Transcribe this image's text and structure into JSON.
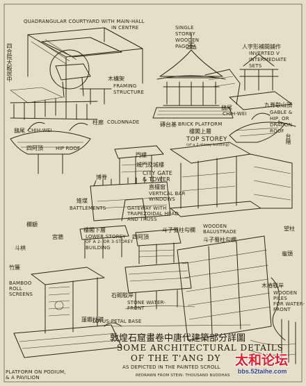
{
  "labels": {
    "courtyard_line1": "Quadrangular courtyard with main-hall",
    "courtyard_line2": "in centre",
    "pagoda_line1": "single",
    "pagoda_line2": "storey",
    "pagoda_line3": "wooden",
    "pagoda_line4": "pagoda",
    "inverted_line1": "inverted V",
    "inverted_line2": "intermediate",
    "inverted_line3": "sets",
    "inverted_cjk": "人字形補間鋪作",
    "framing_line1": "framing",
    "framing_line2": "structure",
    "framing_cjk": "木構架",
    "colonnade": "colonnade",
    "colonnade_cjk": "柱廊",
    "brick_platform": "brick platform",
    "brick_platform_cjk": "磚台基",
    "chihwei_left": "chih-wei",
    "chihwei_left_cjk": "鴟尾",
    "chihwei_right": "chih-wei",
    "chihwei_right_cjk": "鴟尾",
    "gable_line1": "gable &",
    "gable_line2": "hip, or",
    "gable_line3": "dragon",
    "gable_line4": "roof",
    "gable_cjk": "九脊歇山頂",
    "hip_roof": "hip roof",
    "hip_roof_cjk": "四阿頂",
    "top_storey_line1": "top storey",
    "top_storey_line2": "(of a 2-storey building)",
    "top_storey_cjk": "樓閣上層",
    "city_gate_line1": "city gate",
    "city_gate_line2": "& tower",
    "city_gate_cjk": "城門及城樓",
    "vertical_bar_line1": "vertical bar",
    "vertical_bar_line2": "windows",
    "vertical_bar_cjk": "直欞窗",
    "battlements": "battlements",
    "battlements_cjk": "雉堞",
    "gateway_line1": "gateway with",
    "gateway_line2": "trapezoidal head",
    "gateway_line3": "and truss",
    "lower_storey_line1": "lower storey",
    "lower_storey_line2": "of a 2- or 3-storey",
    "lower_storey_line3": "building",
    "lower_storey_cjk": "樓閣下層",
    "wooden_balustrade_line1": "wooden",
    "wooden_balustrade_line2": "balustrade",
    "balustrade_cjk": "斗子蜀柱勾欄",
    "balustrade_cjk2": "斗子蜀柱勾欄",
    "bamboo_line1": "bamboo",
    "bamboo_line2": "roll",
    "bamboo_line3": "screens",
    "bamboo_cjk": "竹簾",
    "stone_waterfront_line1": "stone water-",
    "stone_waterfront_line2": "front",
    "stone_waterfront_cjk": "石砌駁岸",
    "lotus_base": "lotus-petal base",
    "lotus_cjk": "蓮瓣柱礎",
    "wooden_piles_line1": "wooden",
    "wooden_piles_line2": "piles",
    "wooden_piles_line3": "for water-",
    "wooden_piles_line4": "front",
    "wooden_piles_cjk": "木樁駁岸",
    "podium_line1": "platform on podium,",
    "podium_line2": "& a pavilion",
    "misc_cjk_1": "欄額",
    "misc_cjk_2": "斗栱",
    "misc_cjk_3": "望柱",
    "misc_cjk_4": "門樓",
    "misc_cjk_5": "博脊",
    "misc_cjk_6": "宮牆",
    "misc_cjk_7": "四阿頂",
    "misc_cjk_8": "龜頭",
    "vertical_cjk_left": "四合院大殿居中",
    "vertical_cjk_right": "台階"
  },
  "title": {
    "cjk": "敦煌石窟畫卷中唐代建築部分詳圖",
    "line1": "Some Architectural Details",
    "line2": "of the T'ang Dy",
    "line3": "as depicted in the painted scroll",
    "line4": "redrawn from stein: thousand buddhas"
  },
  "watermark": {
    "main": "太和论坛",
    "url": "bbs.52taihe.com"
  }
}
